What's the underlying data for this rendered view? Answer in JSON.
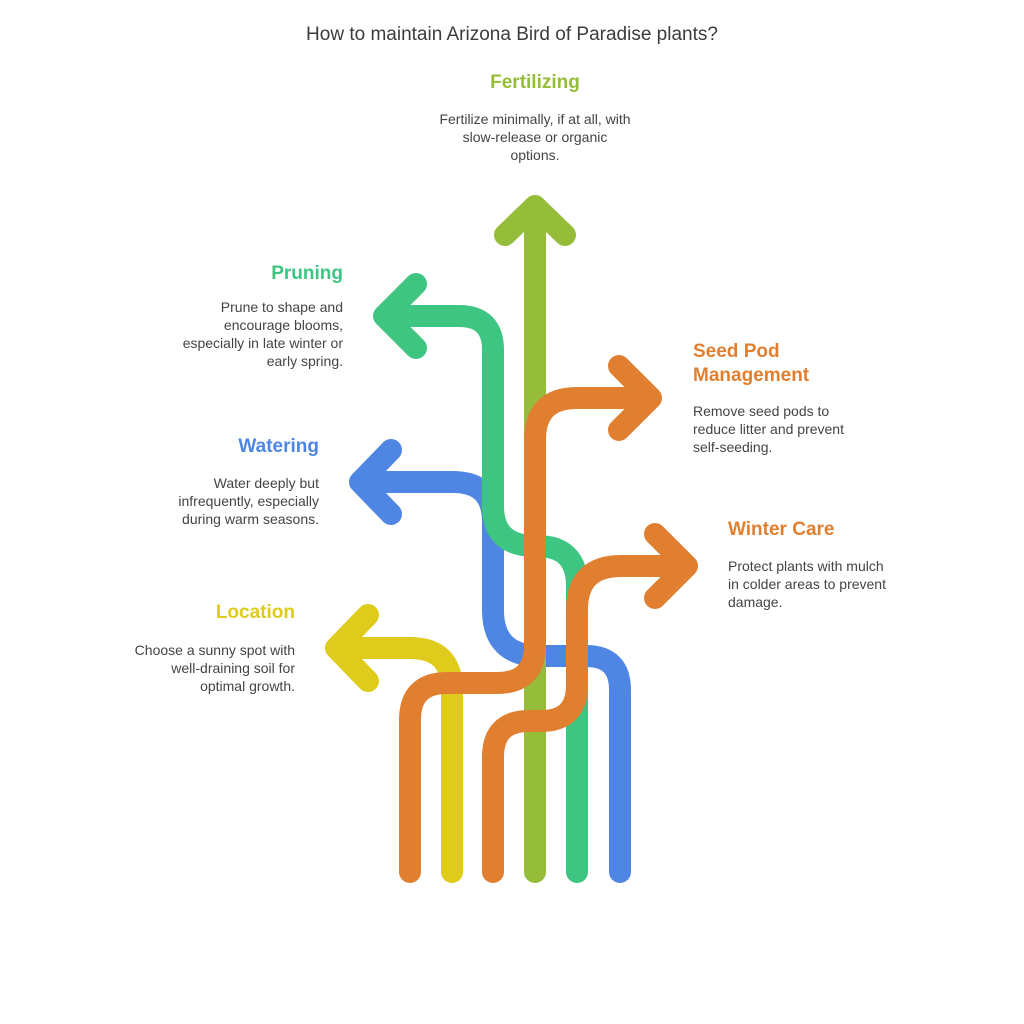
{
  "title": "How to maintain Arizona Bird of Paradise plants?",
  "colors": {
    "fertilizing": "#95bd3a",
    "pruning": "#3ec582",
    "seed_pod": "#e07f30",
    "watering": "#4f86e4",
    "winter": "#e07f30",
    "location": "#dfcb1c"
  },
  "steps": {
    "fertilizing": {
      "heading": "Fertilizing",
      "desc": [
        "Fertilize minimally, if at all, with",
        "slow-release or organic",
        "options."
      ]
    },
    "pruning": {
      "heading": "Pruning",
      "desc": [
        "Prune to shape and",
        "encourage blooms,",
        "especially in late winter or",
        "early spring."
      ]
    },
    "seed_pod": {
      "heading": [
        "Seed Pod",
        "Management"
      ],
      "desc": [
        "Remove seed pods to",
        "reduce litter and prevent",
        "self-seeding."
      ]
    },
    "watering": {
      "heading": "Watering",
      "desc": [
        "Water deeply but",
        "infrequently, especially",
        "during warm seasons."
      ]
    },
    "winter": {
      "heading": "Winter Care",
      "desc": [
        "Protect plants with mulch",
        "in colder areas to prevent",
        "damage."
      ]
    },
    "location": {
      "heading": "Location",
      "desc": [
        "Choose a sunny spot with",
        "well-draining soil for",
        "optimal growth."
      ]
    }
  }
}
